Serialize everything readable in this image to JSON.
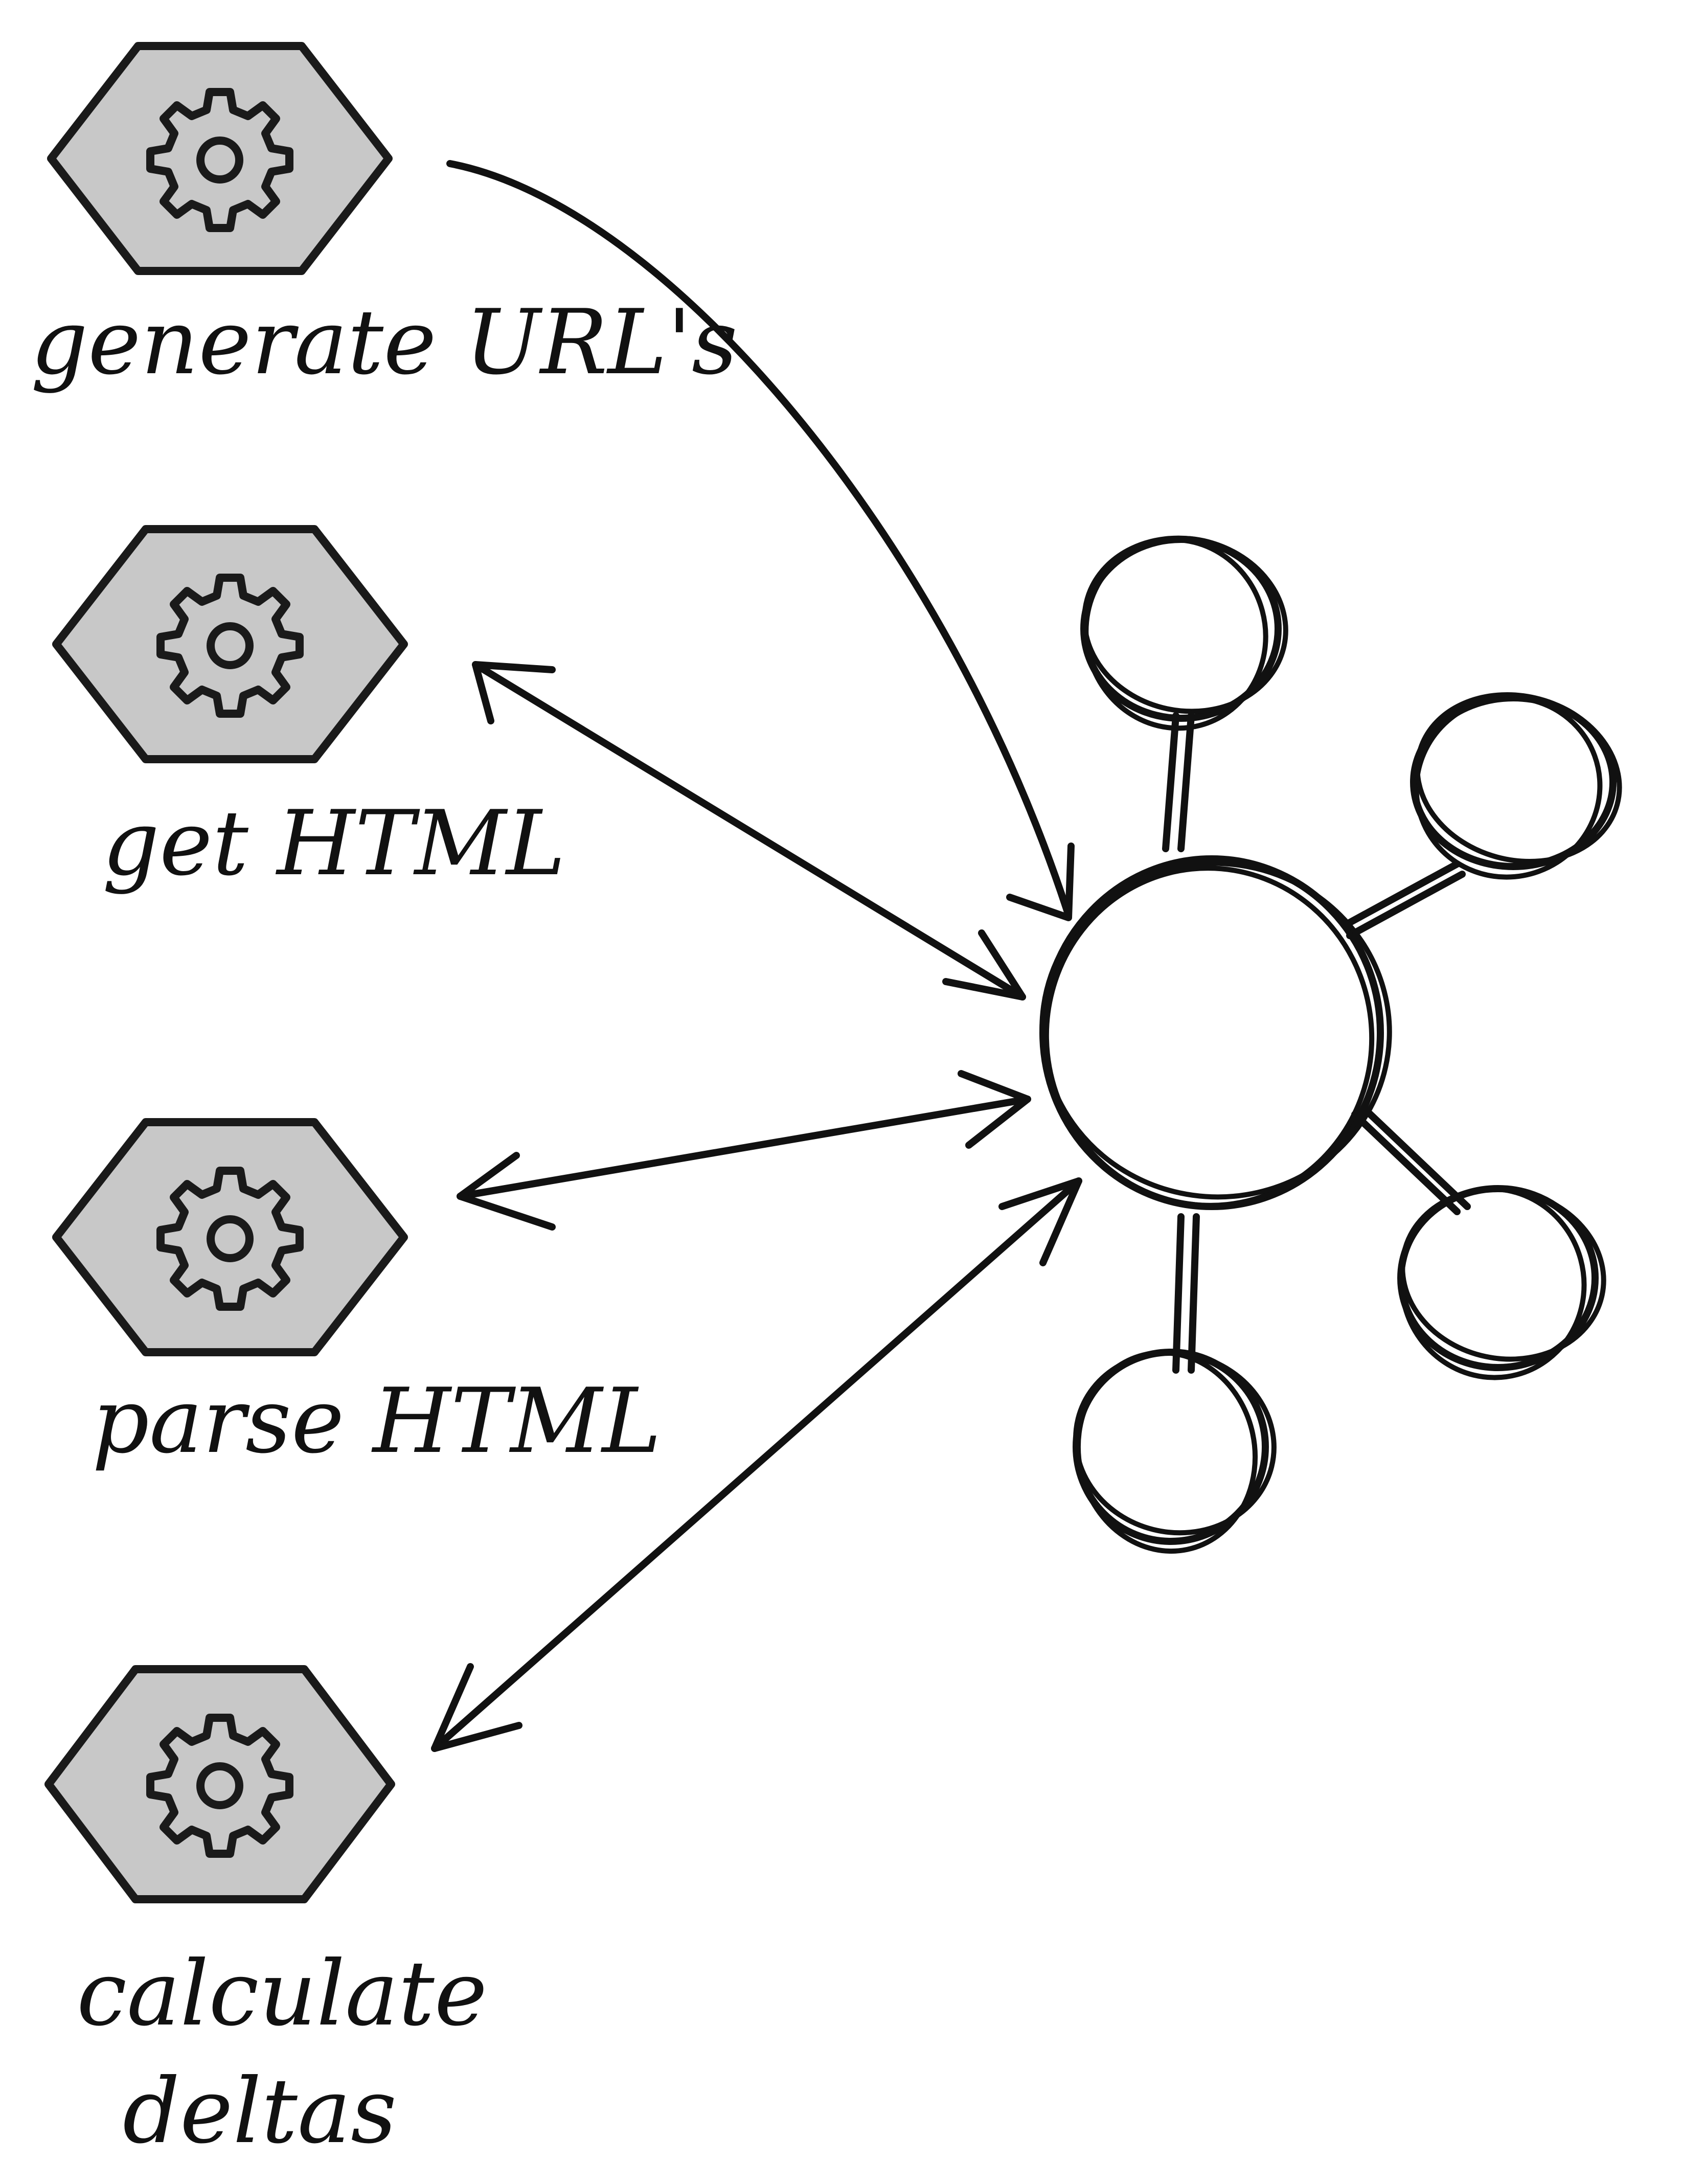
{
  "diagram": {
    "services": [
      {
        "label_lines": [
          "generate URL's"
        ],
        "icon": "gear-icon"
      },
      {
        "label_lines": [
          "get HTML"
        ],
        "icon": "gear-icon"
      },
      {
        "label_lines": [
          "parse HTML"
        ],
        "icon": "gear-icon"
      },
      {
        "label_lines": [
          "calculate",
          "deltas"
        ],
        "icon": "gear-icon"
      }
    ],
    "hub": {
      "icon": "hub-node"
    },
    "satellites": 4,
    "arrows": [
      {
        "from": "generate URL's",
        "to": "hub",
        "direction": "to-hub"
      },
      {
        "from": "get HTML",
        "to": "hub",
        "direction": "both"
      },
      {
        "from": "parse HTML",
        "to": "hub",
        "direction": "both"
      },
      {
        "from": "calculate deltas",
        "to": "hub",
        "direction": "both"
      }
    ],
    "colors": {
      "ink": "#111111",
      "hex_fill": "#c8c8c8"
    }
  }
}
